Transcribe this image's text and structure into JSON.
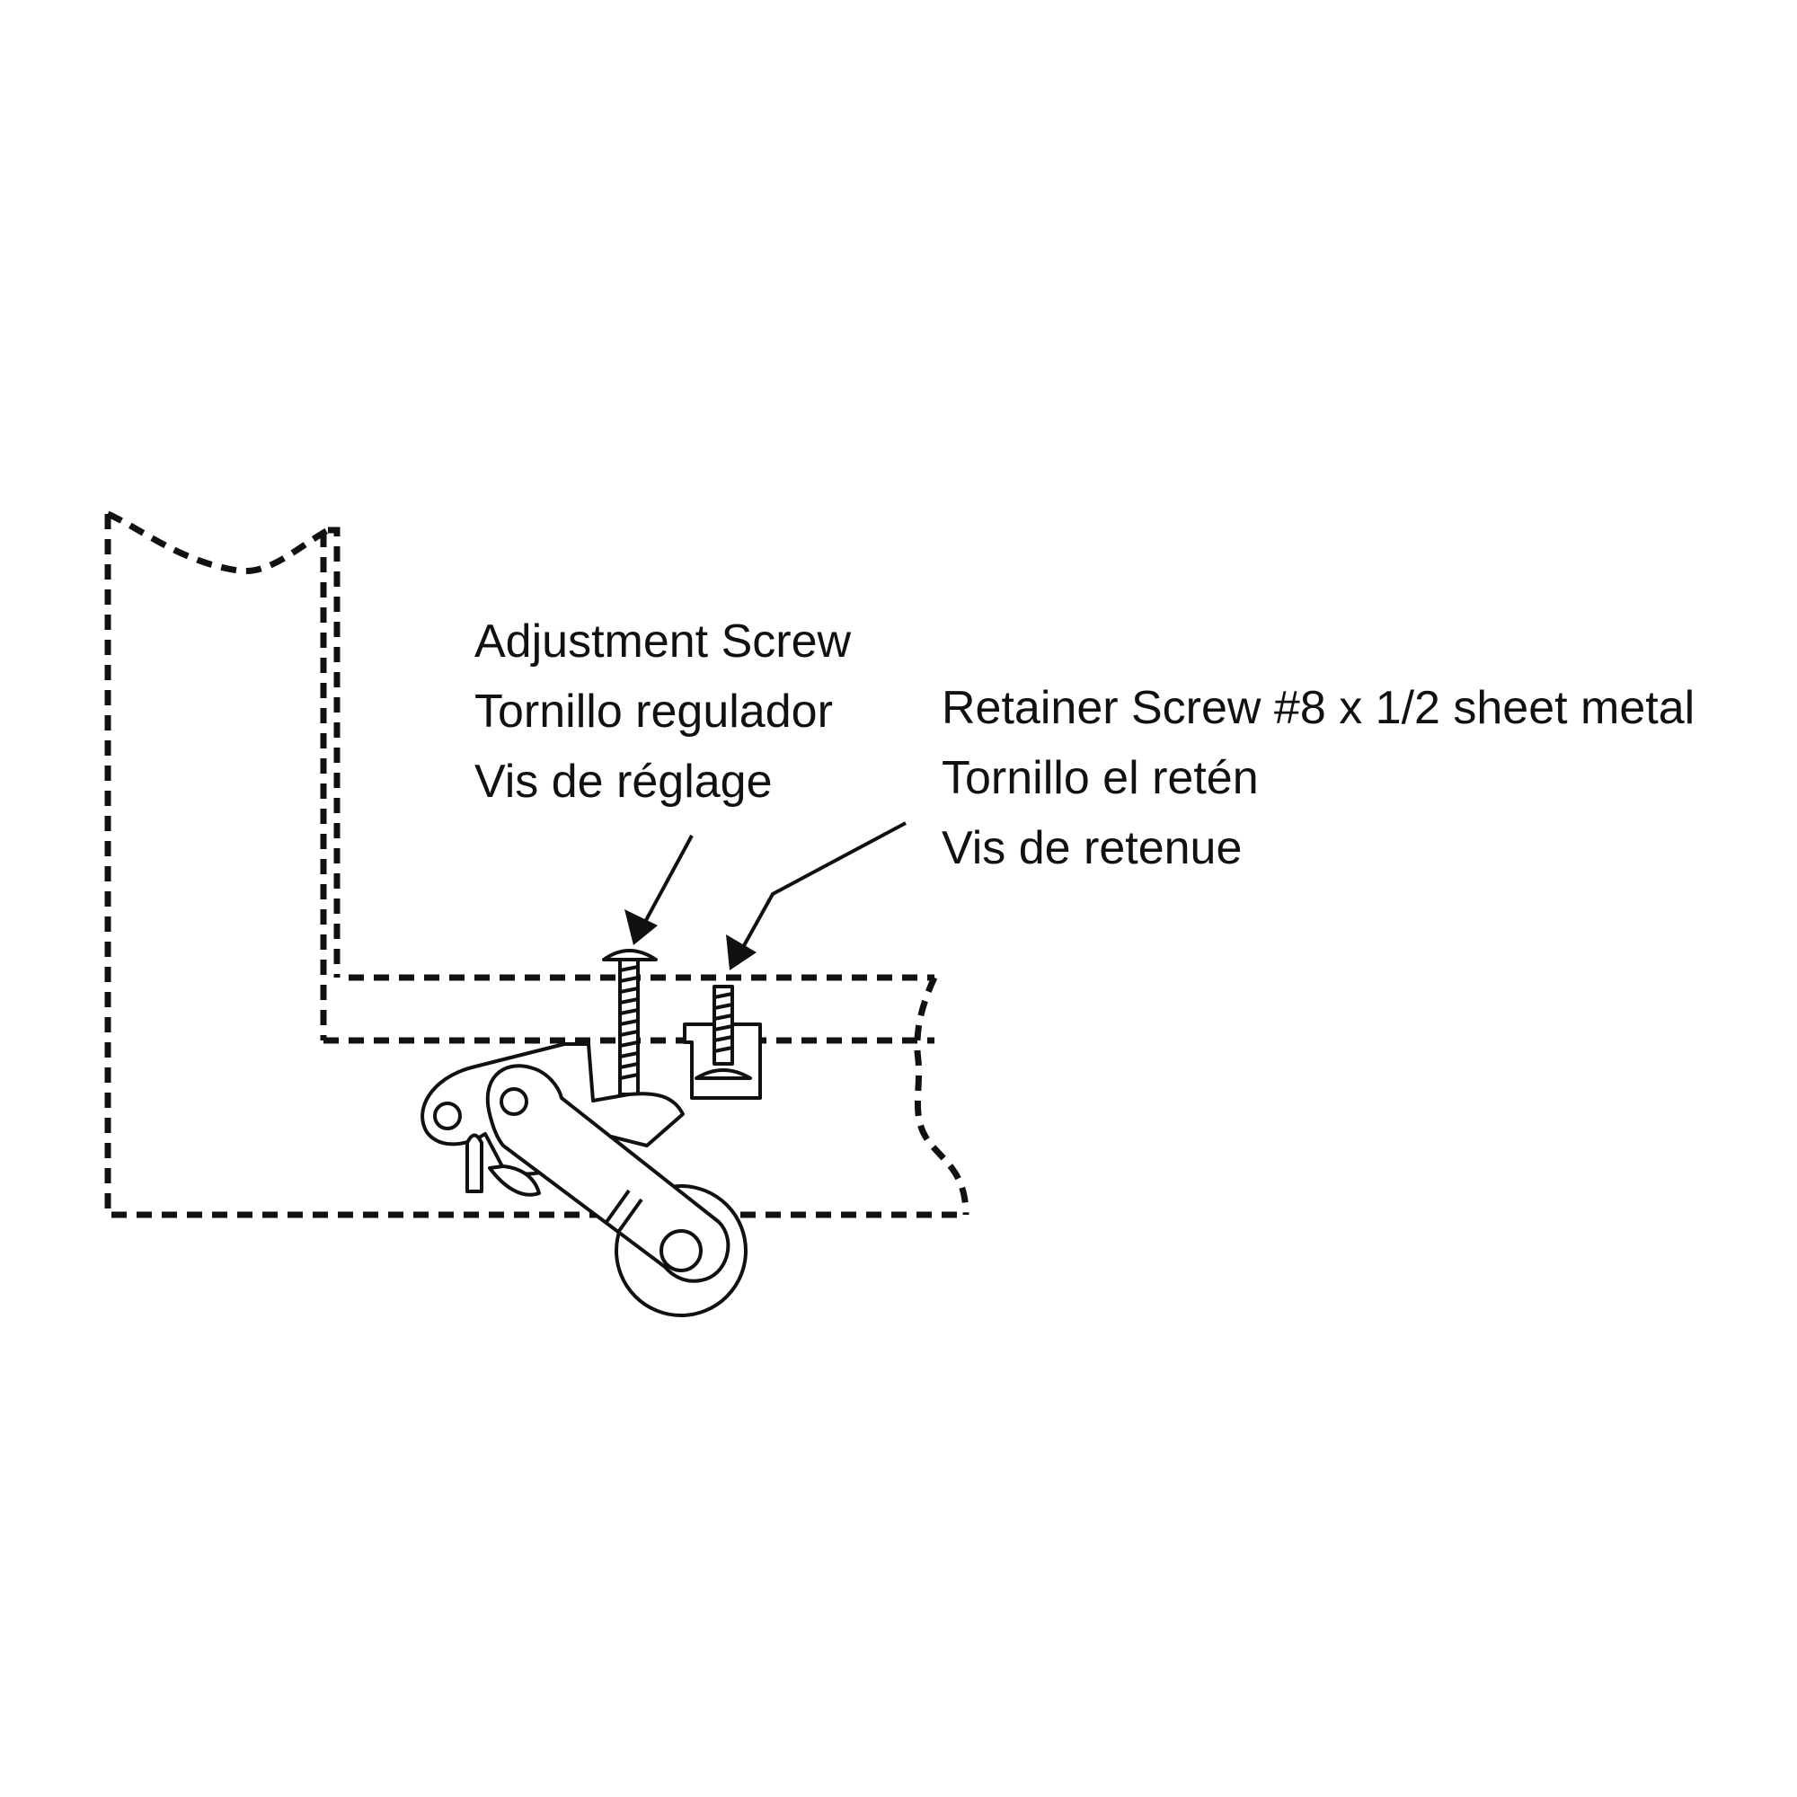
{
  "labels": {
    "adjustment_screw": {
      "en": "Adjustment Screw",
      "es": "Tornillo regulador",
      "fr": "Vis de réglage"
    },
    "retainer_screw": {
      "en": "Retainer Screw #8 x 1/2 sheet metal",
      "es": "Tornillo el retén",
      "fr": "Vis de retenue"
    }
  },
  "colors": {
    "ink": "#111111",
    "background": "#ffffff"
  }
}
